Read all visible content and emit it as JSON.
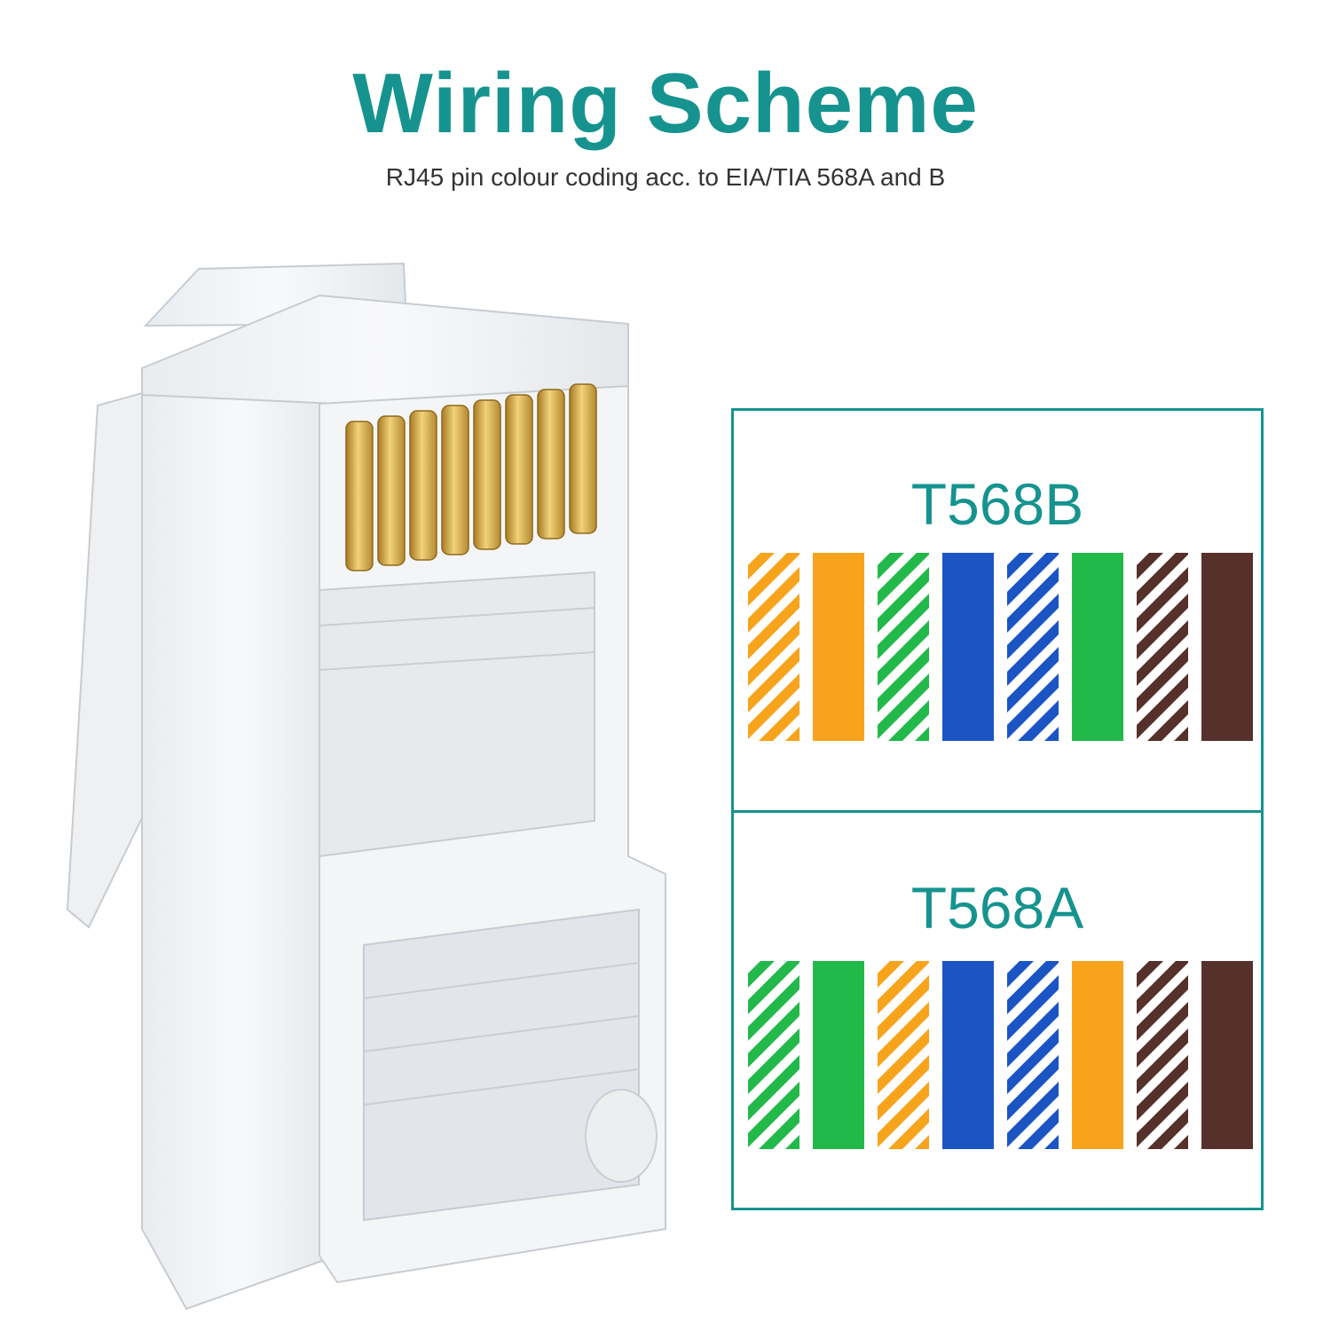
{
  "header": {
    "title": "Wiring Scheme",
    "subtitle": "RJ45 pin colour coding acc. to EIA/TIA 568A and B"
  },
  "colors": {
    "accent": "#16938f",
    "orange": "#f7a41c",
    "green": "#22b94a",
    "blue": "#1b55c4",
    "brown": "#56302a",
    "gold": "#d8b04a"
  },
  "standards": [
    {
      "label": "T568B",
      "wires": [
        {
          "color": "orange",
          "striped": true
        },
        {
          "color": "orange",
          "striped": false
        },
        {
          "color": "green",
          "striped": true
        },
        {
          "color": "blue",
          "striped": false
        },
        {
          "color": "blue",
          "striped": true
        },
        {
          "color": "green",
          "striped": false
        },
        {
          "color": "brown",
          "striped": true
        },
        {
          "color": "brown",
          "striped": false
        }
      ]
    },
    {
      "label": "T568A",
      "wires": [
        {
          "color": "green",
          "striped": true
        },
        {
          "color": "green",
          "striped": false
        },
        {
          "color": "orange",
          "striped": true
        },
        {
          "color": "blue",
          "striped": false
        },
        {
          "color": "blue",
          "striped": true
        },
        {
          "color": "orange",
          "striped": false
        },
        {
          "color": "brown",
          "striped": true
        },
        {
          "color": "brown",
          "striped": false
        }
      ]
    }
  ]
}
